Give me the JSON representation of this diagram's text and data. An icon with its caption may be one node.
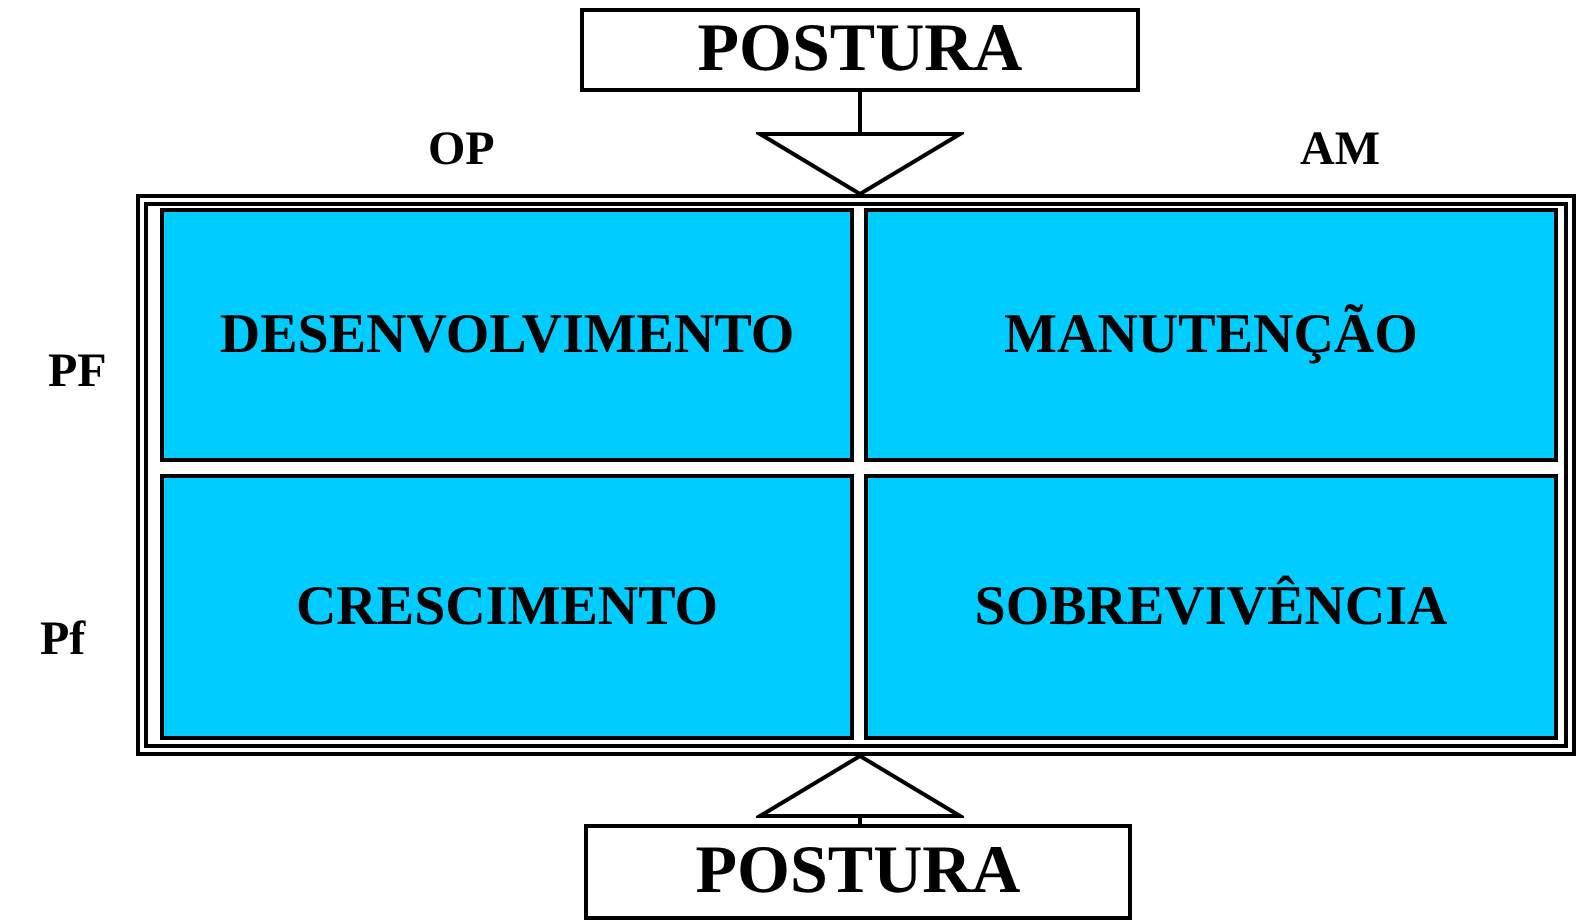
{
  "diagram": {
    "nodes": [
      {
        "text": [],
        "shape": "box"
      },
      {
        "text": [
          "DESENVOLVIMENTO"
        ],
        "in": 0
      },
      {
        "text": [
          "MANUTENÇÃO"
        ],
        "in": 0
      },
      {
        "text": [
          "CRESCIMENTO"
        ],
        "in": 0
      },
      {
        "text": [
          "SOBREVIVÊNCIA"
        ],
        "in": 0
      },
      {
        "text": [
          "POSTURA"
        ]
      },
      {
        "text": [
          "POSTURA"
        ]
      }
    ],
    "edges": [
      {
        "from": 5,
        "to": 0,
        "arrow": "to"
      },
      {
        "from": 6,
        "to": 0,
        "arrow": "to"
      }
    ],
    "labels": [
      "OP",
      "AM",
      "PF",
      "Pf"
    ]
  }
}
